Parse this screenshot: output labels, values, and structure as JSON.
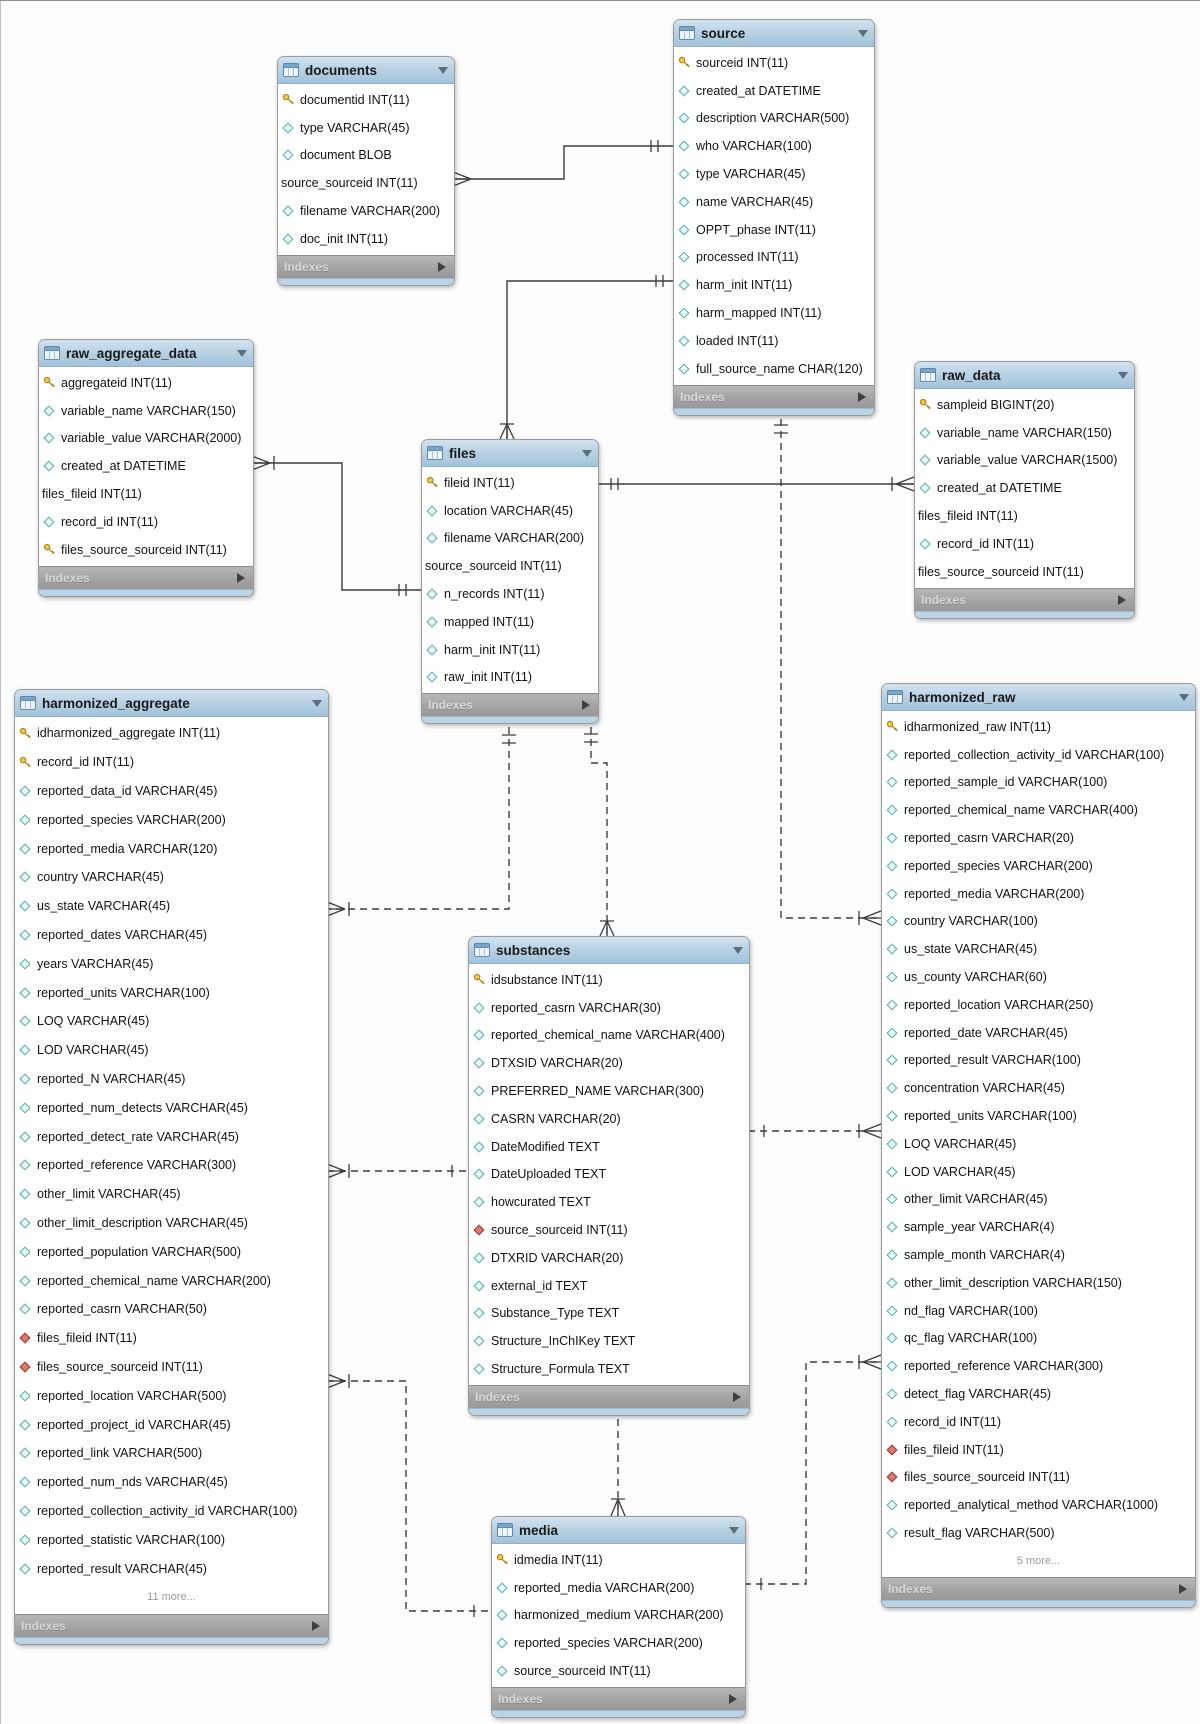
{
  "diagram": {
    "indexes_label": "Indexes",
    "colors": {
      "header_blue": "#b4cfe2",
      "footer_gray": "#a2a2a2",
      "primary_key_yellow": "#f6c83c",
      "column_diamond_teal": "#5fb8b8",
      "fk_diamond_red": "#dd7a6e",
      "line_color": "#3c3c3c"
    }
  },
  "tables": [
    {
      "id": "documents",
      "title": "documents",
      "fields": [
        {
          "icon": "key",
          "text": "documentid INT(11)"
        },
        {
          "icon": "diamond",
          "text": "type VARCHAR(45)"
        },
        {
          "icon": "diamond",
          "text": "document BLOB"
        },
        {
          "icon": "none",
          "text": "source_sourceid INT(11)"
        },
        {
          "icon": "diamond",
          "text": "filename VARCHAR(200)"
        },
        {
          "icon": "diamond",
          "text": "doc_init INT(11)"
        }
      ]
    },
    {
      "id": "source",
      "title": "source",
      "fields": [
        {
          "icon": "key",
          "text": "sourceid INT(11)"
        },
        {
          "icon": "diamond",
          "text": "created_at DATETIME"
        },
        {
          "icon": "diamond",
          "text": "description VARCHAR(500)"
        },
        {
          "icon": "diamond",
          "text": "who VARCHAR(100)"
        },
        {
          "icon": "diamond",
          "text": "type VARCHAR(45)"
        },
        {
          "icon": "diamond",
          "text": "name VARCHAR(45)"
        },
        {
          "icon": "diamond",
          "text": "OPPT_phase INT(11)"
        },
        {
          "icon": "diamond",
          "text": "processed INT(11)"
        },
        {
          "icon": "diamond",
          "text": "harm_init INT(11)"
        },
        {
          "icon": "diamond",
          "text": "harm_mapped INT(11)"
        },
        {
          "icon": "diamond",
          "text": "loaded INT(11)"
        },
        {
          "icon": "diamond",
          "text": "full_source_name CHAR(120)"
        }
      ]
    },
    {
      "id": "raw_aggregate_data",
      "title": "raw_aggregate_data",
      "fields": [
        {
          "icon": "key",
          "text": "aggregateid INT(11)"
        },
        {
          "icon": "diamond",
          "text": "variable_name VARCHAR(150)"
        },
        {
          "icon": "diamond",
          "text": "variable_value VARCHAR(2000)"
        },
        {
          "icon": "diamond",
          "text": "created_at DATETIME"
        },
        {
          "icon": "none",
          "text": "files_fileid INT(11)"
        },
        {
          "icon": "diamond",
          "text": "record_id INT(11)"
        },
        {
          "icon": "key",
          "text": "files_source_sourceid INT(11)"
        }
      ]
    },
    {
      "id": "files",
      "title": "files",
      "fields": [
        {
          "icon": "key",
          "text": "fileid INT(11)"
        },
        {
          "icon": "diamond",
          "text": "location VARCHAR(45)"
        },
        {
          "icon": "diamond",
          "text": "filename VARCHAR(200)"
        },
        {
          "icon": "none",
          "text": "source_sourceid INT(11)"
        },
        {
          "icon": "diamond",
          "text": "n_records INT(11)"
        },
        {
          "icon": "diamond",
          "text": "mapped INT(11)"
        },
        {
          "icon": "diamond",
          "text": "harm_init INT(11)"
        },
        {
          "icon": "diamond",
          "text": "raw_init INT(11)"
        }
      ]
    },
    {
      "id": "raw_data",
      "title": "raw_data",
      "fields": [
        {
          "icon": "key",
          "text": "sampleid BIGINT(20)"
        },
        {
          "icon": "diamond",
          "text": "variable_name VARCHAR(150)"
        },
        {
          "icon": "diamond",
          "text": "variable_value VARCHAR(1500)"
        },
        {
          "icon": "diamond",
          "text": "created_at DATETIME"
        },
        {
          "icon": "none",
          "text": "files_fileid INT(11)"
        },
        {
          "icon": "diamond",
          "text": "record_id INT(11)"
        },
        {
          "icon": "none",
          "text": "files_source_sourceid INT(11)"
        }
      ]
    },
    {
      "id": "harmonized_aggregate",
      "title": "harmonized_aggregate",
      "more": "11 more...",
      "fields": [
        {
          "icon": "key",
          "text": "idharmonized_aggregate INT(11)"
        },
        {
          "icon": "key",
          "text": "record_id INT(11)"
        },
        {
          "icon": "diamond",
          "text": "reported_data_id VARCHAR(45)"
        },
        {
          "icon": "diamond",
          "text": "reported_species VARCHAR(200)"
        },
        {
          "icon": "diamond",
          "text": "reported_media VARCHAR(120)"
        },
        {
          "icon": "diamond",
          "text": "country VARCHAR(45)"
        },
        {
          "icon": "diamond",
          "text": "us_state VARCHAR(45)"
        },
        {
          "icon": "diamond",
          "text": "reported_dates VARCHAR(45)"
        },
        {
          "icon": "diamond",
          "text": "years VARCHAR(45)"
        },
        {
          "icon": "diamond",
          "text": "reported_units VARCHAR(100)"
        },
        {
          "icon": "diamond",
          "text": "LOQ VARCHAR(45)"
        },
        {
          "icon": "diamond",
          "text": "LOD VARCHAR(45)"
        },
        {
          "icon": "diamond",
          "text": "reported_N VARCHAR(45)"
        },
        {
          "icon": "diamond",
          "text": "reported_num_detects VARCHAR(45)"
        },
        {
          "icon": "diamond",
          "text": "reported_detect_rate VARCHAR(45)"
        },
        {
          "icon": "diamond",
          "text": "reported_reference VARCHAR(300)"
        },
        {
          "icon": "diamond",
          "text": "other_limit VARCHAR(45)"
        },
        {
          "icon": "diamond",
          "text": "other_limit_description VARCHAR(45)"
        },
        {
          "icon": "diamond",
          "text": "reported_population VARCHAR(500)"
        },
        {
          "icon": "diamond",
          "text": "reported_chemical_name VARCHAR(200)"
        },
        {
          "icon": "diamond",
          "text": "reported_casrn VARCHAR(50)"
        },
        {
          "icon": "red",
          "text": "files_fileid INT(11)"
        },
        {
          "icon": "red",
          "text": "files_source_sourceid INT(11)"
        },
        {
          "icon": "diamond",
          "text": "reported_location VARCHAR(500)"
        },
        {
          "icon": "diamond",
          "text": "reported_project_id VARCHAR(45)"
        },
        {
          "icon": "diamond",
          "text": "reported_link VARCHAR(500)"
        },
        {
          "icon": "diamond",
          "text": "reported_num_nds VARCHAR(45)"
        },
        {
          "icon": "diamond",
          "text": "reported_collection_activity_id VARCHAR(100)"
        },
        {
          "icon": "diamond",
          "text": "reported_statistic VARCHAR(100)"
        },
        {
          "icon": "diamond",
          "text": "reported_result VARCHAR(45)"
        }
      ]
    },
    {
      "id": "substances",
      "title": "substances",
      "fields": [
        {
          "icon": "key",
          "text": "idsubstance INT(11)"
        },
        {
          "icon": "diamond",
          "text": "reported_casrn VARCHAR(30)"
        },
        {
          "icon": "diamond",
          "text": "reported_chemical_name VARCHAR(400)"
        },
        {
          "icon": "diamond",
          "text": "DTXSID VARCHAR(20)"
        },
        {
          "icon": "diamond",
          "text": "PREFERRED_NAME VARCHAR(300)"
        },
        {
          "icon": "diamond",
          "text": "CASRN VARCHAR(20)"
        },
        {
          "icon": "diamond",
          "text": "DateModified TEXT"
        },
        {
          "icon": "diamond",
          "text": "DateUploaded TEXT"
        },
        {
          "icon": "diamond",
          "text": "howcurated TEXT"
        },
        {
          "icon": "red",
          "text": "source_sourceid INT(11)"
        },
        {
          "icon": "diamond",
          "text": "DTXRID VARCHAR(20)"
        },
        {
          "icon": "diamond",
          "text": "external_id TEXT"
        },
        {
          "icon": "diamond",
          "text": "Substance_Type TEXT"
        },
        {
          "icon": "diamond",
          "text": "Structure_InChIKey TEXT"
        },
        {
          "icon": "diamond",
          "text": "Structure_Formula TEXT"
        }
      ]
    },
    {
      "id": "harmonized_raw",
      "title": "harmonized_raw",
      "more": "5 more...",
      "fields": [
        {
          "icon": "key",
          "text": "idharmonized_raw INT(11)"
        },
        {
          "icon": "diamond",
          "text": "reported_collection_activity_id VARCHAR(100)"
        },
        {
          "icon": "diamond",
          "text": "reported_sample_id VARCHAR(100)"
        },
        {
          "icon": "diamond",
          "text": "reported_chemical_name VARCHAR(400)"
        },
        {
          "icon": "diamond",
          "text": "reported_casrn VARCHAR(20)"
        },
        {
          "icon": "diamond",
          "text": "reported_species VARCHAR(200)"
        },
        {
          "icon": "diamond",
          "text": "reported_media VARCHAR(200)"
        },
        {
          "icon": "diamond",
          "text": "country VARCHAR(100)"
        },
        {
          "icon": "diamond",
          "text": "us_state VARCHAR(45)"
        },
        {
          "icon": "diamond",
          "text": "us_county VARCHAR(60)"
        },
        {
          "icon": "diamond",
          "text": "reported_location VARCHAR(250)"
        },
        {
          "icon": "diamond",
          "text": "reported_date VARCHAR(45)"
        },
        {
          "icon": "diamond",
          "text": "reported_result VARCHAR(100)"
        },
        {
          "icon": "diamond",
          "text": "concentration VARCHAR(45)"
        },
        {
          "icon": "diamond",
          "text": "reported_units VARCHAR(100)"
        },
        {
          "icon": "diamond",
          "text": "LOQ VARCHAR(45)"
        },
        {
          "icon": "diamond",
          "text": "LOD VARCHAR(45)"
        },
        {
          "icon": "diamond",
          "text": "other_limit VARCHAR(45)"
        },
        {
          "icon": "diamond",
          "text": "sample_year VARCHAR(4)"
        },
        {
          "icon": "diamond",
          "text": "sample_month VARCHAR(4)"
        },
        {
          "icon": "diamond",
          "text": "other_limit_description VARCHAR(150)"
        },
        {
          "icon": "diamond",
          "text": "nd_flag VARCHAR(100)"
        },
        {
          "icon": "diamond",
          "text": "qc_flag VARCHAR(100)"
        },
        {
          "icon": "diamond",
          "text": "reported_reference VARCHAR(300)"
        },
        {
          "icon": "diamond",
          "text": "detect_flag VARCHAR(45)"
        },
        {
          "icon": "diamond",
          "text": "record_id INT(11)"
        },
        {
          "icon": "red",
          "text": "files_fileid INT(11)"
        },
        {
          "icon": "red",
          "text": "files_source_sourceid INT(11)"
        },
        {
          "icon": "diamond",
          "text": "reported_analytical_method VARCHAR(1000)"
        },
        {
          "icon": "diamond",
          "text": "result_flag VARCHAR(500)"
        }
      ]
    },
    {
      "id": "media",
      "title": "media",
      "fields": [
        {
          "icon": "key",
          "text": "idmedia INT(11)"
        },
        {
          "icon": "diamond",
          "text": "reported_media VARCHAR(200)"
        },
        {
          "icon": "diamond",
          "text": "harmonized_medium VARCHAR(200)"
        },
        {
          "icon": "diamond",
          "text": "reported_species VARCHAR(200)"
        },
        {
          "icon": "diamond",
          "text": "source_sourceid INT(11)"
        }
      ]
    }
  ]
}
